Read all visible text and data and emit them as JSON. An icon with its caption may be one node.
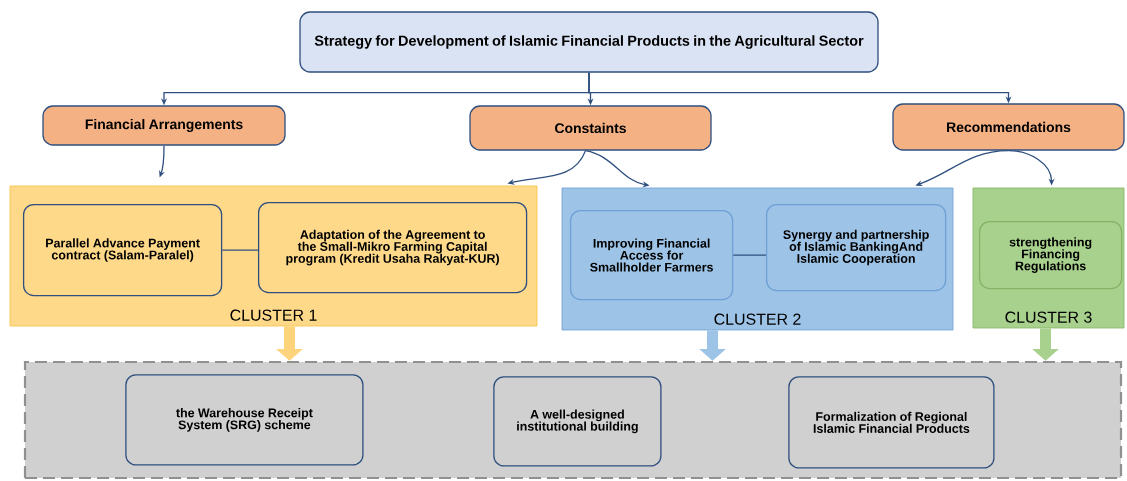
{
  "diagram": {
    "nodes": [
      {
        "text": [
          "Strategy for Development of Islamic Financial Products in the Agricultural Sector"
        ]
      },
      {
        "text": [
          "Financial Arrangements"
        ]
      },
      {
        "text": [
          "Constaints"
        ]
      },
      {
        "text": [
          "Recommendations"
        ]
      },
      {
        "text": [
          "CLUSTER 1"
        ]
      },
      {
        "text": [
          "Parallel  Advance Payment contract (Salam-Paralel)"
        ],
        "in": 4
      },
      {
        "text": [
          "Adaptation of the Agreement to the Small-Mikro Farming Capital program (Kredit Usaha Rakyat-KUR)"
        ],
        "in": 4
      },
      {
        "text": [
          "CLUSTER 2"
        ]
      },
      {
        "text": [
          "Improving Financial Access for Smallholder Farmers"
        ],
        "in": 7
      },
      {
        "text": [
          "Synergy and partnership of Islamic BankingAnd Islamic Cooperation"
        ],
        "in": 7
      },
      {
        "text": [
          "CLUSTER 3"
        ]
      },
      {
        "text": [
          "strengthening Financing Regulations"
        ],
        "in": 10
      },
      {
        "text": [],
        "shape": "box"
      },
      {
        "text": [
          "the Warehouse Receipt System (SRG) scheme"
        ],
        "in": 12
      },
      {
        "text": [
          "A well-designed institutional building"
        ],
        "in": 12
      },
      {
        "text": [
          "Formalization of Regional Islamic Financial Products"
        ],
        "in": 12
      }
    ],
    "edges": [
      {
        "from": 0,
        "to": 1,
        "arrow": "to"
      },
      {
        "from": 0,
        "to": 2,
        "arrow": "to"
      },
      {
        "from": 0,
        "to": 3,
        "arrow": "to"
      },
      {
        "from": 1,
        "to": 4,
        "arrow": "to"
      },
      {
        "from": 2,
        "to": 4,
        "arrow": "to"
      },
      {
        "from": 2,
        "to": 7,
        "arrow": "to"
      },
      {
        "from": 3,
        "to": 7,
        "arrow": "to"
      },
      {
        "from": 3,
        "to": 10,
        "arrow": "to"
      },
      {
        "from": 5,
        "to": 6,
        "arrow": "none"
      },
      {
        "from": 8,
        "to": 9,
        "arrow": "none"
      },
      {
        "from": 4,
        "to": 12,
        "arrow": "to",
        "style": "thick",
        "color": "#fdd47c"
      },
      {
        "from": 7,
        "to": 12,
        "arrow": "to",
        "style": "thick",
        "color": "#9dc3e6"
      },
      {
        "from": 10,
        "to": 12,
        "arrow": "to",
        "style": "thick",
        "color": "#a9d18e"
      }
    ]
  }
}
